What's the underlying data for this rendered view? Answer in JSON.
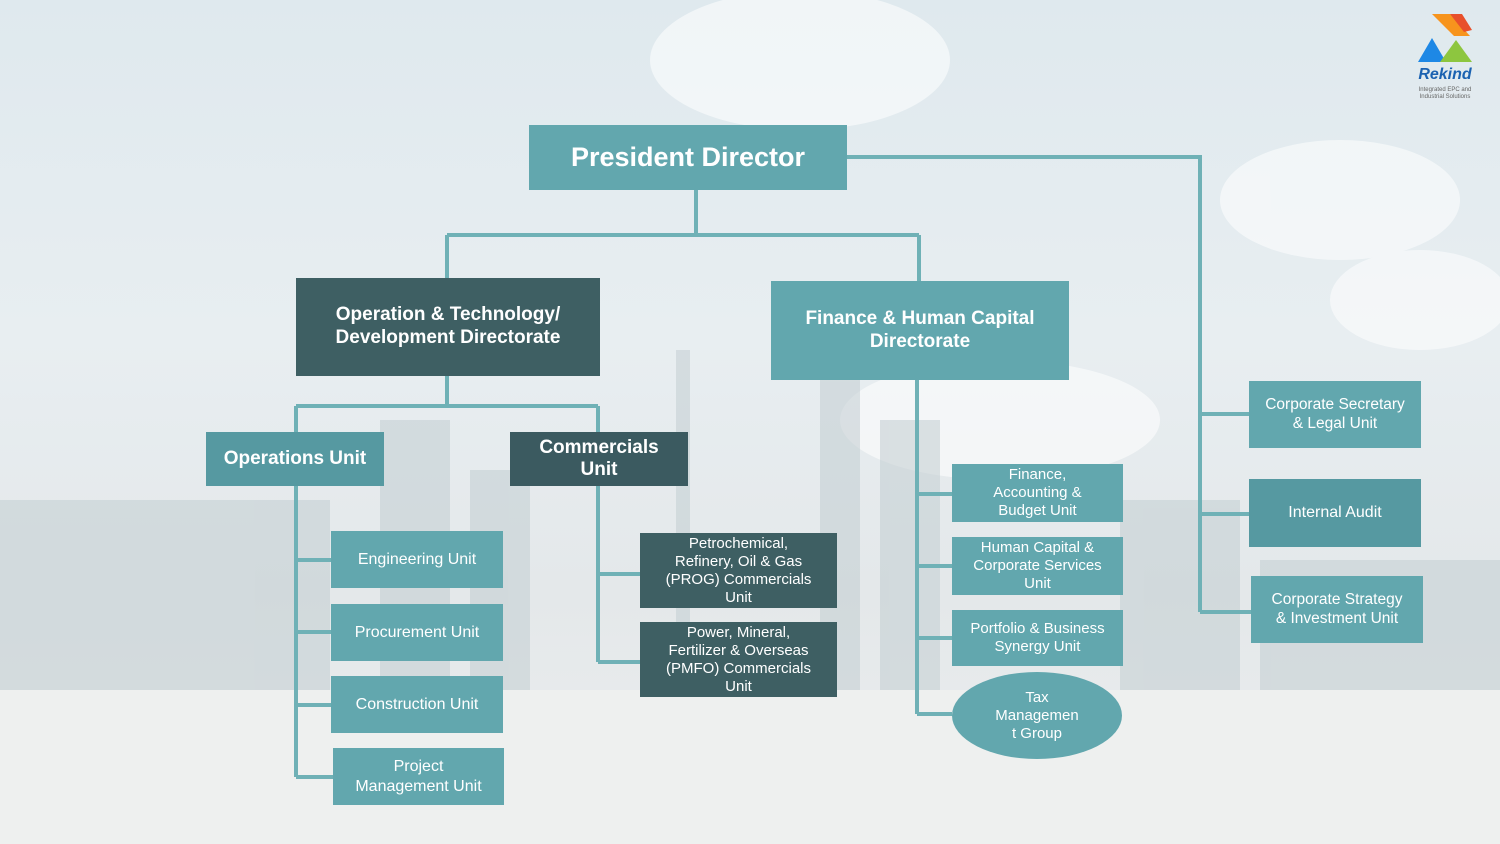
{
  "logo": {
    "name": "Rekind",
    "tagline": "Integrated EPC and Industrial Solutions",
    "colors": [
      "#f7941d",
      "#e8502b",
      "#1e88e5",
      "#8dc63f"
    ]
  },
  "colors": {
    "connector": "#6fb1b6",
    "box_light": "#62a7ae",
    "box_dark": "#3e5f63"
  },
  "nodes": {
    "president": "President Director",
    "operation_directorate": "Operation & Technology/\nDevelopment Directorate",
    "finance_directorate": "Finance & Human Capital\nDirectorate",
    "operations_unit": "Operations Unit",
    "commercials_unit": "Commercials\nUnit",
    "engineering_unit": "Engineering Unit",
    "procurement_unit": "Procurement Unit",
    "construction_unit": "Construction Unit",
    "project_management_unit": "Project\nManagement Unit",
    "prog_commercials_unit": "Petrochemical,\nRefinery, Oil & Gas\n(PROG) Commercials\nUnit",
    "pmfo_commercials_unit": "Power, Mineral,\nFertilizer & Overseas\n(PMFO) Commercials\nUnit",
    "finance_accounting_unit": "Finance,\nAccounting &\nBudget Unit",
    "human_capital_unit": "Human Capital &\nCorporate Services\nUnit",
    "portfolio_unit": "Portfolio & Business\nSynergy Unit",
    "tax_management_group": "Tax\nManagemen\nt Group",
    "corporate_secretary_unit": "Corporate Secretary\n& Legal Unit",
    "internal_audit": "Internal Audit",
    "corporate_strategy_unit": "Corporate Strategy\n& Investment Unit"
  }
}
